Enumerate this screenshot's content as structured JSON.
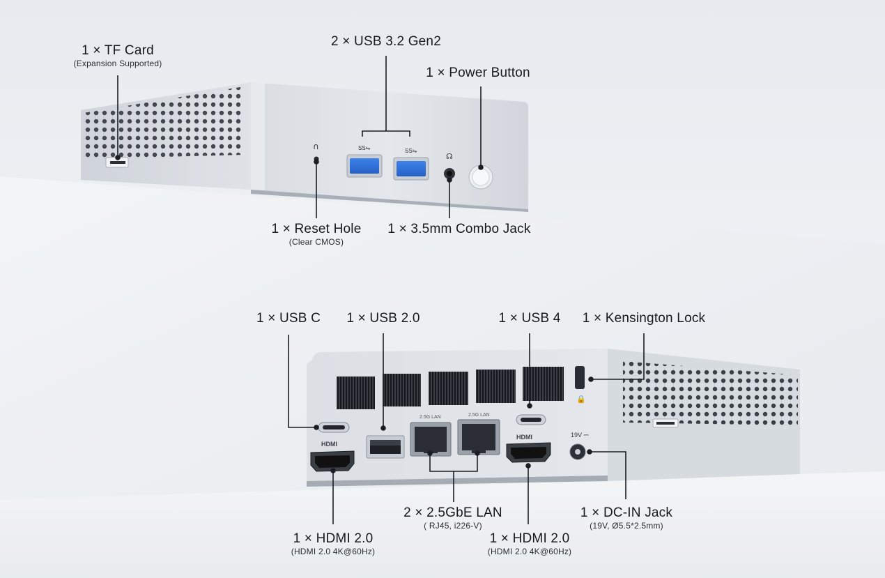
{
  "front_labels": {
    "tf_card": {
      "main": "1 × TF Card",
      "sub": "(Expansion Supported)"
    },
    "usb32": {
      "main": "2 × USB 3.2 Gen2"
    },
    "power": {
      "main": "1 × Power Button"
    },
    "reset": {
      "main": "1 × Reset Hole",
      "sub": "(Clear CMOS)"
    },
    "combo": {
      "main": "1 × 3.5mm Combo Jack"
    }
  },
  "rear_labels": {
    "usbc": {
      "main": "1 × USB C"
    },
    "usb20": {
      "main": "1 × USB 2.0"
    },
    "usb4": {
      "main": "1 × USB 4"
    },
    "kensington": {
      "main": "1 × Kensington Lock"
    },
    "lan": {
      "main": "2 × 2.5GbE LAN",
      "sub": "( RJ45, i226-V)"
    },
    "dcin": {
      "main": "1 × DC-IN Jack",
      "sub": "(19V, Ø5.5*2.5mm)"
    },
    "hdmi_left": {
      "main": "1 × HDMI 2.0",
      "sub": "(HDMI 2.0  4K@60Hz)"
    },
    "hdmi_right": {
      "main": "1 × HDMI 2.0",
      "sub": "(HDMI 2.0  4K@60Hz)"
    }
  },
  "port_markings": {
    "ss1": "SS⇋",
    "ss2": "SS⇋",
    "lan1": "2.5G LAN",
    "lan2": "2.5G LAN",
    "hdmi1": "HDMI",
    "hdmi2": "HDMI",
    "dc": "19V ⎓"
  },
  "colors": {
    "usb_blue": "#2f6fd6",
    "body": "#dfe3e8",
    "leader": "#1a1d22"
  }
}
